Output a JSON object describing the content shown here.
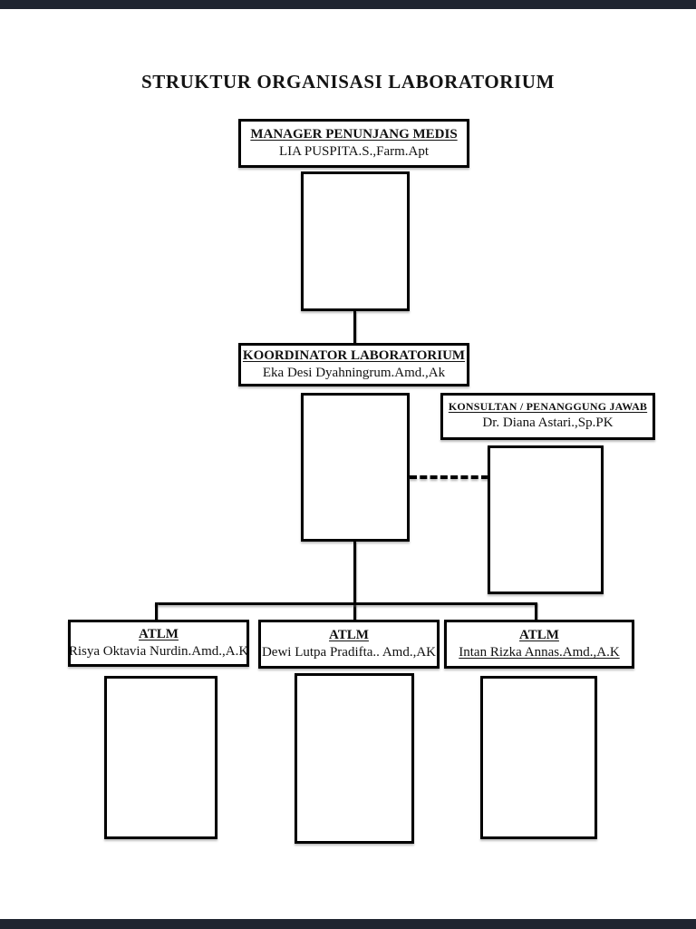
{
  "page": {
    "title": "STRUKTUR ORGANISASI LABORATORIUM"
  },
  "org": {
    "manager": {
      "role": "MANAGER PENUNJANG MEDIS",
      "name": "LIA PUSPITA.S.,Farm.Apt"
    },
    "koordinator": {
      "role": "KOORDINATOR LABORATORIUM",
      "name": "Eka Desi Dyahningrum.Amd.,Ak"
    },
    "konsultan": {
      "role": "KONSULTAN / PENANGGUNG JAWAB",
      "name": "Dr. Diana Astari.,Sp.PK"
    },
    "atlm": [
      {
        "role": "ATLM",
        "name": "Risya Oktavia Nurdin.Amd.,A.K"
      },
      {
        "role": "ATLM",
        "name": "Dewi Lutpa Pradifta.. Amd.,AK"
      },
      {
        "role": "ATLM",
        "name": "Intan Rizka Annas.Amd.,A.K"
      }
    ]
  },
  "colors": {
    "line": "#000000",
    "page_bg": "#ffffff",
    "letterbox": "#1f2530",
    "text": "#111111"
  }
}
